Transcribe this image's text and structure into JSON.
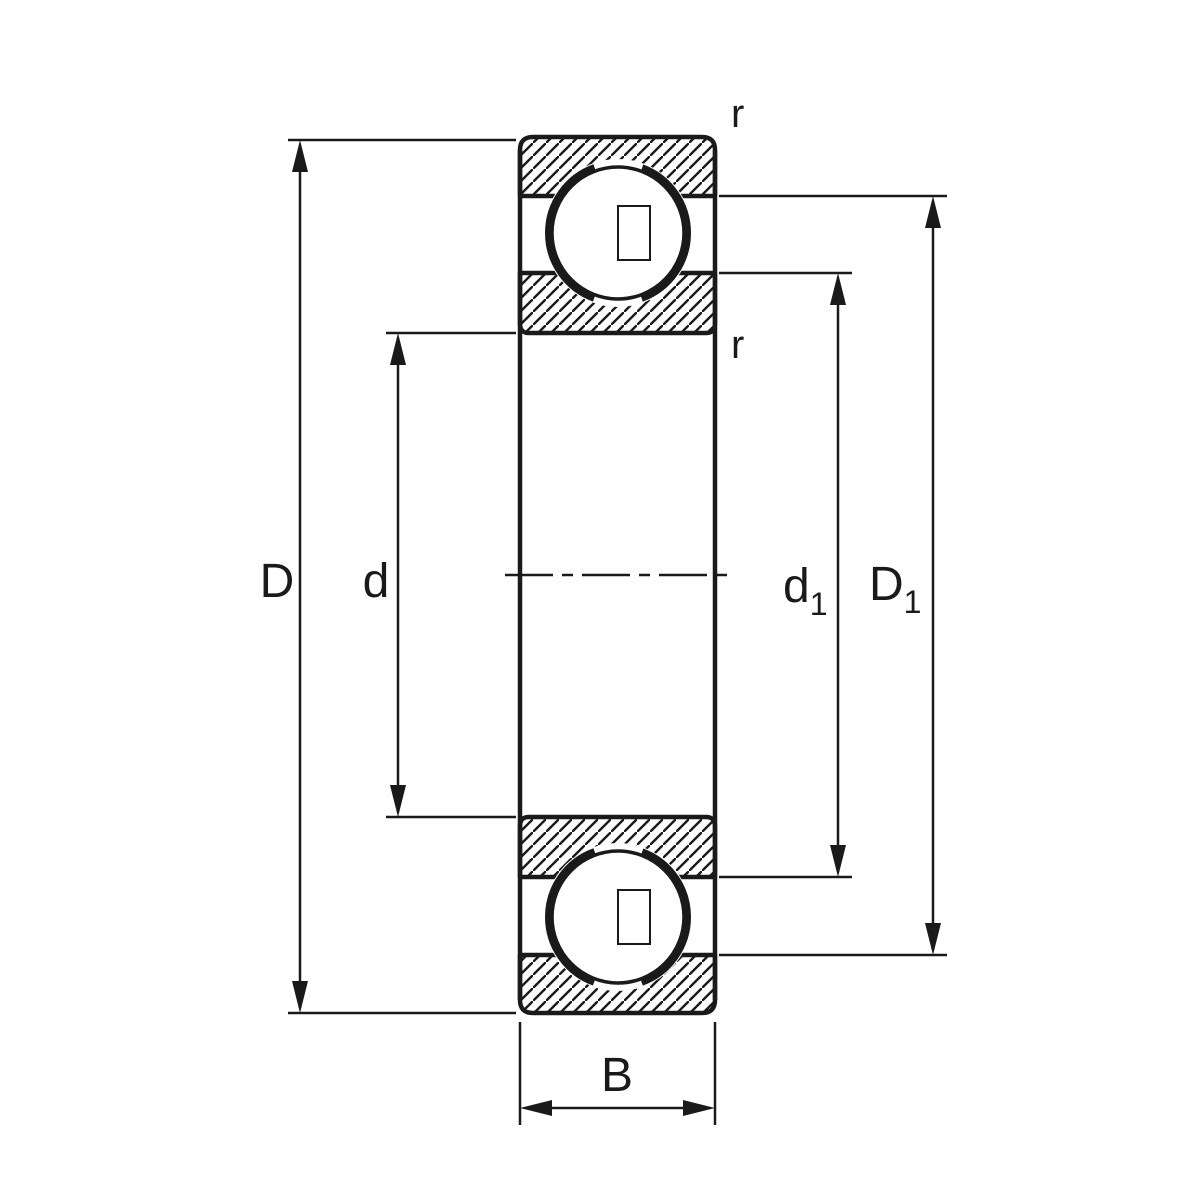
{
  "drawing": {
    "type": "deep-groove-ball-bearing-section",
    "labels": {
      "outer_diameter": "D",
      "bore_diameter": "d",
      "inner_shoulder_base": "d",
      "inner_shoulder_sub": "1",
      "outer_shoulder_base": "D",
      "outer_shoulder_sub": "1",
      "width": "B",
      "chamfer_outer": "r",
      "chamfer_inner": "r"
    },
    "colors": {
      "ink": "#1a1a1a",
      "background": "#ffffff"
    }
  }
}
